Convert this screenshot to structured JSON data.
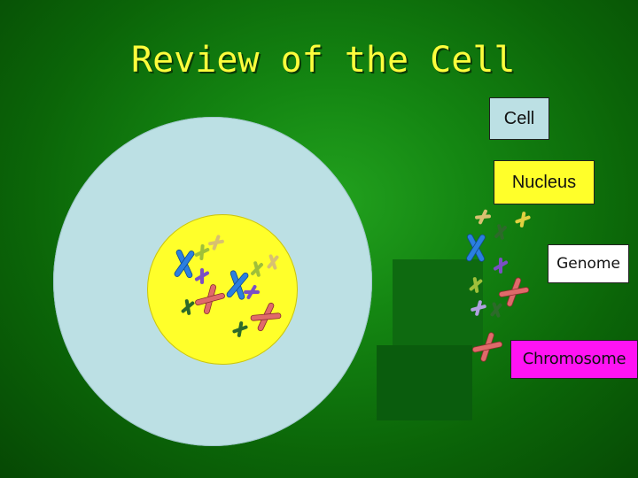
{
  "slide": {
    "title": "Review of the Cell"
  },
  "labels": {
    "cell": "Cell",
    "nucleus": "Nucleus",
    "genome": "Genome",
    "chromosome": "Chromosome"
  },
  "colors": {
    "background": "#148612",
    "title": "#fdfd3c",
    "cell": "#bce0e4",
    "nucleus": "#ffff2a",
    "genome_box": "#ffffff",
    "chromosome_box": "#ff13f3"
  },
  "chromosome_colors": {
    "blue": "#2a7fe0",
    "red": "#e06a6a",
    "dark_green": "#2d6a2a",
    "yellow_green": "#b4c848",
    "purple": "#7a4fc4",
    "tan": "#d8c070"
  }
}
